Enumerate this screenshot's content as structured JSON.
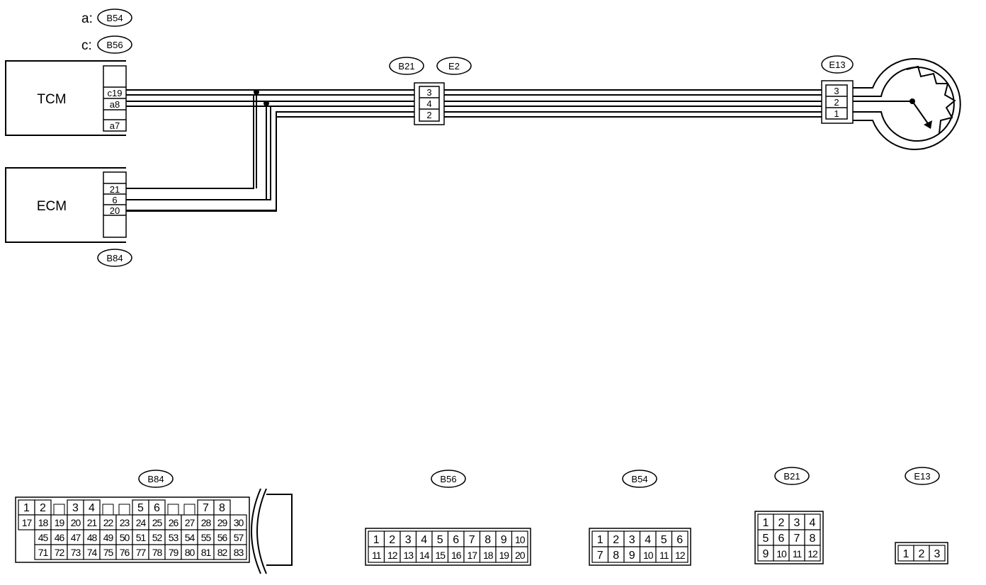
{
  "legend": [
    {
      "prefix": "a:",
      "connector": "B54"
    },
    {
      "prefix": "c:",
      "connector": "B56"
    }
  ],
  "modules": {
    "tcm": {
      "label": "TCM",
      "pins": [
        "c19",
        "a8",
        "a7"
      ]
    },
    "ecm": {
      "label": "ECM",
      "pins": [
        "21",
        "6",
        "20"
      ],
      "connector": "B84"
    }
  },
  "junction": {
    "left_connector": "B21",
    "right_connector": "E2",
    "pins": [
      "3",
      "4",
      "2"
    ]
  },
  "sensor": {
    "connector": "E13",
    "pins": [
      "3",
      "2",
      "1"
    ]
  },
  "connector_views": [
    {
      "id": "B84",
      "rows": [
        [
          "1",
          "2",
          "",
          "3",
          "4",
          "",
          "",
          "5",
          "6",
          "",
          "",
          "7",
          "8"
        ],
        [
          "17",
          "18",
          "19",
          "20",
          "21",
          "22",
          "23",
          "24",
          "25",
          "26",
          "27",
          "28",
          "29",
          "30"
        ],
        [
          "45",
          "46",
          "47",
          "48",
          "49",
          "50",
          "51",
          "52",
          "53",
          "54",
          "55",
          "56",
          "57"
        ],
        [
          "71",
          "72",
          "73",
          "74",
          "75",
          "76",
          "77",
          "78",
          "79",
          "80",
          "81",
          "82",
          "83"
        ]
      ]
    },
    {
      "id": "B56",
      "rows": [
        [
          "1",
          "2",
          "3",
          "4",
          "5",
          "6",
          "7",
          "8",
          "9",
          "10"
        ],
        [
          "11",
          "12",
          "13",
          "14",
          "15",
          "16",
          "17",
          "18",
          "19",
          "20"
        ]
      ]
    },
    {
      "id": "B54",
      "rows": [
        [
          "1",
          "2",
          "3",
          "4",
          "5",
          "6"
        ],
        [
          "7",
          "8",
          "9",
          "10",
          "11",
          "12"
        ]
      ]
    },
    {
      "id": "B21",
      "rows": [
        [
          "1",
          "2",
          "3",
          "4"
        ],
        [
          "5",
          "6",
          "7",
          "8"
        ],
        [
          "9",
          "10",
          "11",
          "12"
        ]
      ]
    },
    {
      "id": "E13",
      "rows": [
        [
          "1",
          "2",
          "3"
        ]
      ]
    }
  ]
}
